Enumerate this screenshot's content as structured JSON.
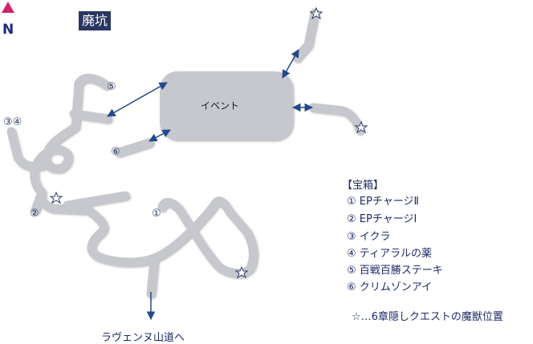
{
  "map": {
    "title": "廃坑",
    "north_label": "N",
    "event_label": "イベント",
    "exit_label": "ラヴェンヌ山道へ",
    "markers": [
      "①",
      "②",
      "③④",
      "⑤",
      "⑥"
    ]
  },
  "legend": {
    "title": "【宝箱】",
    "items": [
      "① EPチャージⅡ",
      "② EPチャージⅠ",
      "③ イクラ",
      "④ ティアラルの薬",
      "⑤ 百戦百勝ステーキ",
      "⑥ クリムゾンアイ"
    ],
    "note": "☆…6章隠しクエストの魔獣位置"
  },
  "colors": {
    "corridor": "#c6c8cd",
    "arrow": "#224a8a",
    "north": "#d0246a",
    "title_bg": "#2b3660"
  }
}
